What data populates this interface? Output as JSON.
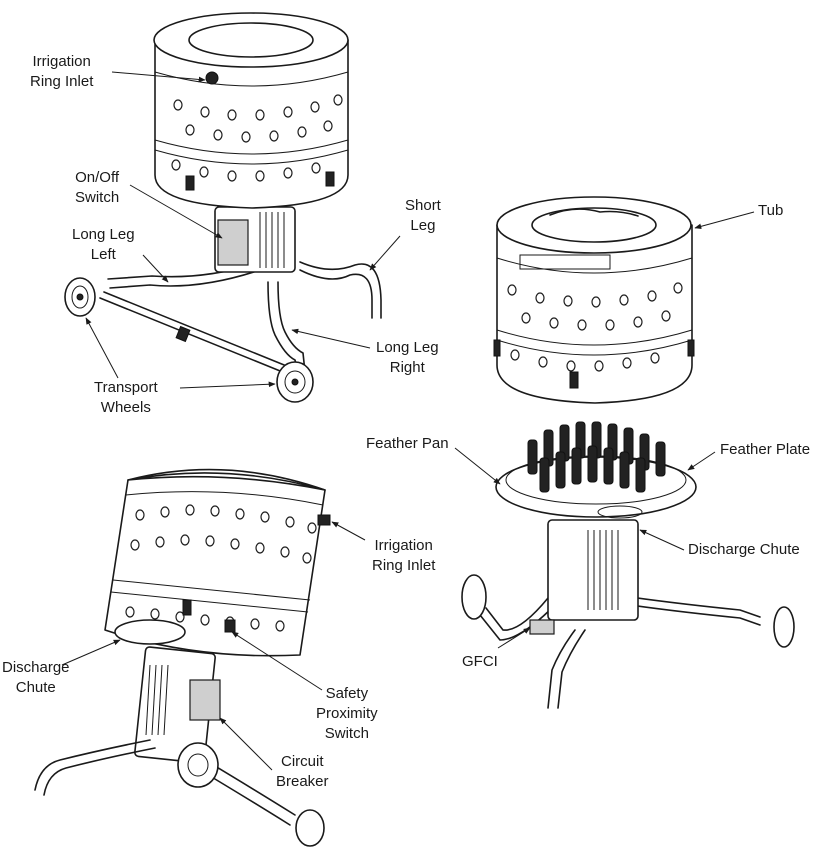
{
  "labels": {
    "irrigation_top": [
      "Irrigation",
      "Ring Inlet"
    ],
    "onoff": [
      "On/Off",
      "Switch"
    ],
    "long_leg_left": [
      "Long Leg",
      "Left"
    ],
    "short_leg": [
      "Short",
      "Leg"
    ],
    "long_leg_right": [
      "Long Leg",
      "Right"
    ],
    "transport_wheels": [
      "Transport",
      "Wheels"
    ],
    "tub": "Tub",
    "feather_pan": "Feather Pan",
    "feather_plate": "Feather Plate",
    "discharge_right": "Discharge Chute",
    "gfci": "GFCI",
    "irrigation_bottom": [
      "Irrigation",
      "Ring Inlet"
    ],
    "discharge_left": [
      "Discharge",
      "Chute"
    ],
    "safety": [
      "Safety",
      "Proximity",
      "Switch"
    ],
    "breaker": [
      "Circuit",
      "Breaker"
    ]
  }
}
